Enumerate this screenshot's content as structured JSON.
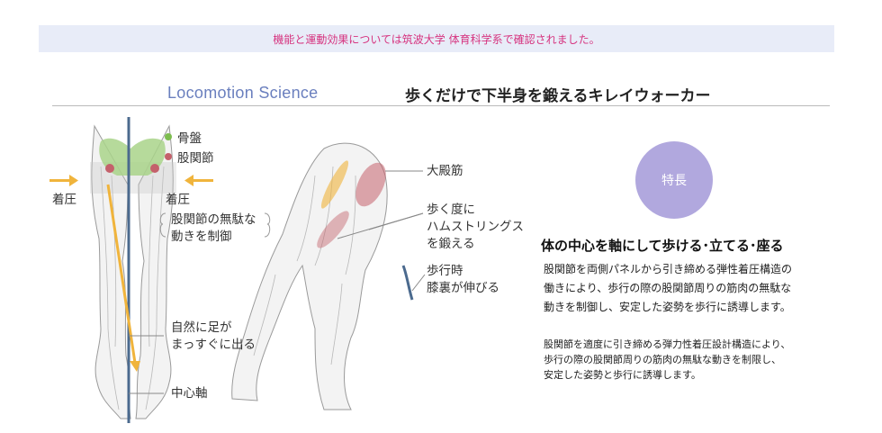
{
  "notice": "機能と運動効果については筑波大学 体育科学系で確認されました。",
  "brand": "Locomotion Science",
  "headline": "歩くだけで下半身を鍛えるキレイウォーカー",
  "figure": {
    "legend": [
      {
        "label": "骨盤",
        "color": "#7dbd4f"
      },
      {
        "label": "股関節",
        "color": "#c4616b"
      }
    ],
    "pressure_left": "着圧",
    "pressure_right": "着圧",
    "hip_callout": [
      "股関節の無駄な",
      "動きを制御"
    ],
    "feet_callout": [
      "自然に足が",
      "まっすぐに出る"
    ],
    "axis_label": "中心軸",
    "gluteus_label": "大殿筋",
    "hamstring_callout": [
      "歩く度に",
      "ハムストリングス",
      "を鍛える"
    ],
    "knee_callout": [
      "歩行時",
      "膝裏が伸びる"
    ]
  },
  "badge": "特長",
  "feature_title": "体の中心を軸にして歩ける･立てる･座る",
  "paragraph1": [
    "股関節を両側パネルから引き締める弾性着圧構造の",
    "働きにより、歩行の際の股関節周りの筋肉の無駄な",
    "動きを制御し、安定した姿勢を歩行に誘導します。"
  ],
  "paragraph2": [
    "股関節を適度に引き締める弾力性着圧設計構造により、",
    "歩行の際の股関節周りの筋肉の無駄な動きを制限し、",
    "安定した姿勢と歩行に誘導します。"
  ]
}
